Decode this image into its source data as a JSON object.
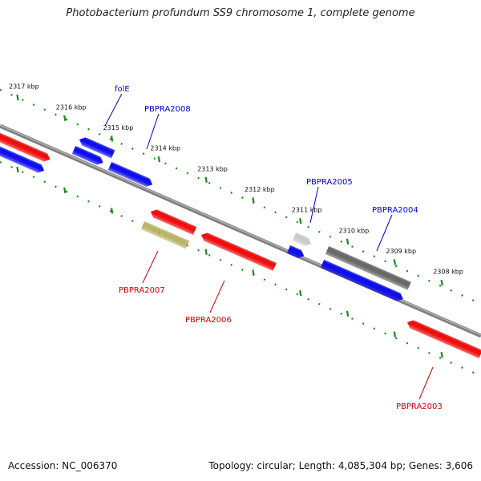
{
  "title": "Photobacterium profundum SS9 chromosome 1, complete genome",
  "footer": {
    "accession": "Accession: NC_006370",
    "stats": "Topology: circular; Length: 4,085,304 bp; Genes: 3,606"
  },
  "colors": {
    "forward": "#0000ee",
    "reverse": "#ee0000",
    "unknown_olive": "#b8b060",
    "light_gray": "#c8c8c8",
    "dark_gray": "#606060",
    "axis": "#808080",
    "tick": "#1a8a1a",
    "forward_label": "#0000cc",
    "reverse_label": "#cc0000"
  },
  "ticks": [
    {
      "kbp": 2317,
      "label": "2317 kbp"
    },
    {
      "kbp": 2316,
      "label": "2316 kbp"
    },
    {
      "kbp": 2315,
      "label": "2315 kbp"
    },
    {
      "kbp": 2314,
      "label": "2314 kbp"
    },
    {
      "kbp": 2313,
      "label": "2313 kbp"
    },
    {
      "kbp": 2312,
      "label": "2312 kbp"
    },
    {
      "kbp": 2311,
      "label": "2311 kbp"
    },
    {
      "kbp": 2310,
      "label": "2310 kbp"
    },
    {
      "kbp": 2309,
      "label": "2309 kbp"
    },
    {
      "kbp": 2308,
      "label": "2308 kbp"
    }
  ],
  "gene_labels": [
    {
      "name": "folE",
      "strand": "forward"
    },
    {
      "name": "PBPRA2008",
      "strand": "forward"
    },
    {
      "name": "PBPRA2005",
      "strand": "forward"
    },
    {
      "name": "PBPRA2004",
      "strand": "forward"
    },
    {
      "name": "PBPRA2007",
      "strand": "reverse"
    },
    {
      "name": "PBPRA2006",
      "strand": "reverse"
    },
    {
      "name": "PBPRA2003",
      "strand": "reverse"
    }
  ]
}
